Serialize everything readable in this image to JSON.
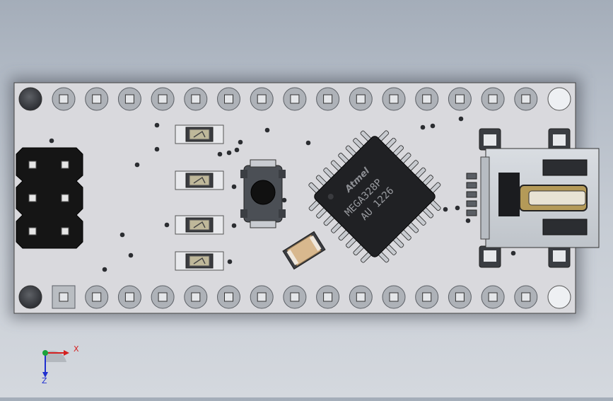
{
  "model": {
    "description": "",
    "board_color": "#d8d8dc",
    "chip_marking_lines": [
      "MEGA328P",
      "AU 1226"
    ],
    "chip_logo": "Atmel",
    "smd_led_count": 4
  },
  "triad": {
    "x_label": "X",
    "z_label": "Z",
    "x_color": "#d42020",
    "y_color": "#1aa33a",
    "z_color": "#1f2fd0"
  }
}
